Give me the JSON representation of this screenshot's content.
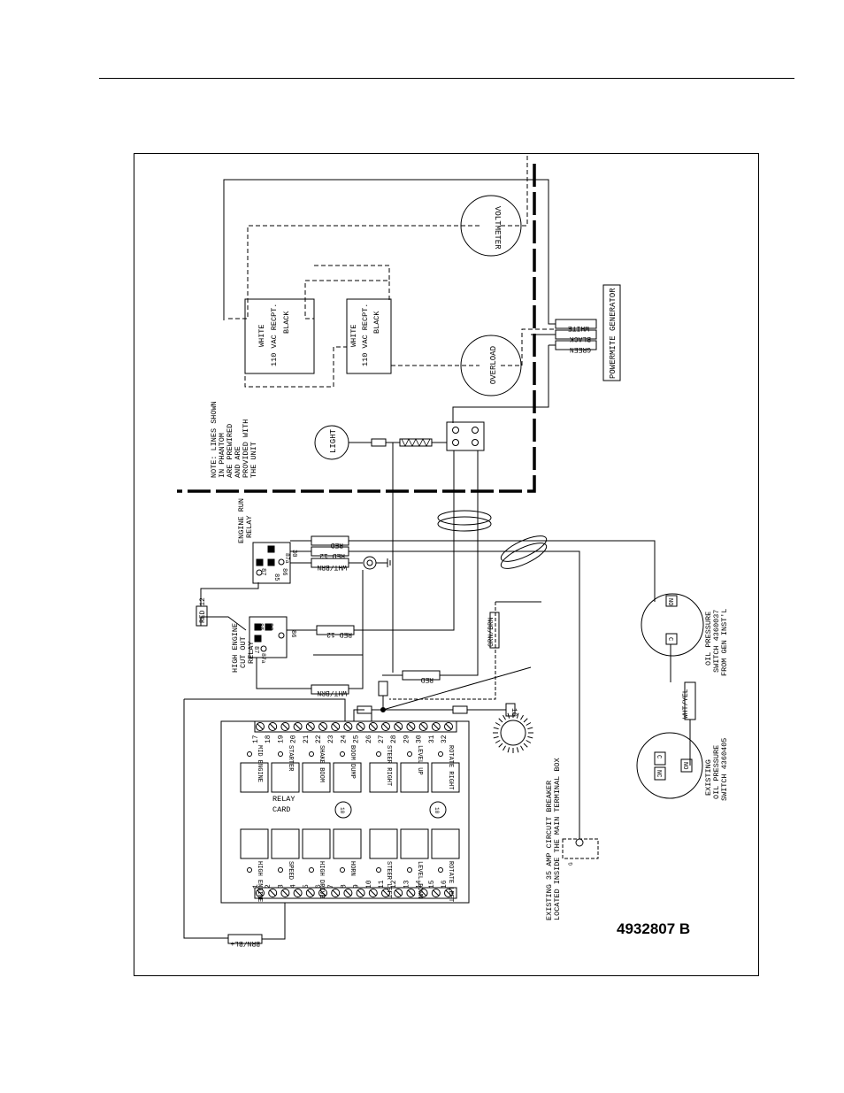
{
  "part_number": "4932807 B",
  "note": [
    "NOTE: LINES SHOWN",
    "IN PHANTOM",
    "ARE PREWIRED",
    "AND ARE",
    "PROVIDED WITH",
    "THE UNIT"
  ],
  "components": {
    "voltmeter": "VOLTMETER",
    "overload": "OVERLOAD",
    "light": "LIGHT",
    "generator": "POWERMITE GENERATOR",
    "recept_1": [
      "WHITE",
      "110 VAC RECPT.",
      "BLACK"
    ],
    "recept_2": [
      "WHITE",
      "110 VAC RECPT.",
      "BLACK"
    ],
    "engine_run_relay": [
      "ENGINE RUN",
      "RELAY"
    ],
    "high_engine_relay": [
      "HIGH ENGINE",
      "CUT OUT",
      "RELAY"
    ],
    "relay_card": [
      "RELAY",
      "CARD"
    ],
    "oil_switch_1": [
      "OIL PRESSURE",
      "SWITCH 4360037",
      "FROM GEN INST'L"
    ],
    "oil_switch_2": [
      "EXISTING",
      "OIL PRESSURE",
      "SWITCH 4360405"
    ],
    "breaker_note": [
      "EXISTING 35 AMP CIRCUIT BREAKER",
      "LOCATED INSIDE THE MAIN TERMINAL BOX"
    ],
    "fuse_16": "16",
    "ground_label": "G",
    "card_fuse": "10"
  },
  "wire_labels": {
    "white": "WHITE",
    "black": "BLACK",
    "green": "GREEN",
    "red_1": "RED",
    "red12_1": "RED 12",
    "wht_brn_1": "WHT/BRN",
    "red12_vert": "RED 12",
    "red12_2": "RED 12",
    "wht_brn_2": "WHT/BRN",
    "red_2": "RED",
    "grn_brn": "GRN/BRN",
    "wht_yel": "WHT/YEL",
    "brn_bl": "BRN/BL+"
  },
  "relay_pins": {
    "run": [
      "86",
      "30",
      "87",
      "85",
      "87a"
    ],
    "cut": [
      "86",
      "30",
      "87",
      "85",
      "87a"
    ]
  },
  "switch_pins": {
    "no": "NO",
    "c": "C",
    "nc": "NC"
  },
  "card_top_terminals": [
    "17",
    "18",
    "19",
    "20",
    "21",
    "22",
    "23",
    "24",
    "25",
    "26",
    "27",
    "28",
    "29",
    "30",
    "31",
    "32"
  ],
  "card_bottom_terminals": [
    "1",
    "2",
    "3",
    "4",
    "5",
    "6",
    "7",
    "8",
    "9",
    "10",
    "11",
    "12",
    "13",
    "14",
    "15",
    "16"
  ],
  "card_top_functions": [
    "MID ENGINE",
    "STARTER",
    "SHAKE BOOM",
    "BOOM DUMP",
    "STEER RIGHT",
    "LEVEL UP",
    "ROTATE RIGHT"
  ],
  "card_bottom_functions": [
    "HIGH ENGINE",
    "SPEED",
    "HIGH DRIVE",
    "HORN",
    "STEER LEFT",
    "LEVEL DOWN",
    "ROTATE LEFT"
  ]
}
